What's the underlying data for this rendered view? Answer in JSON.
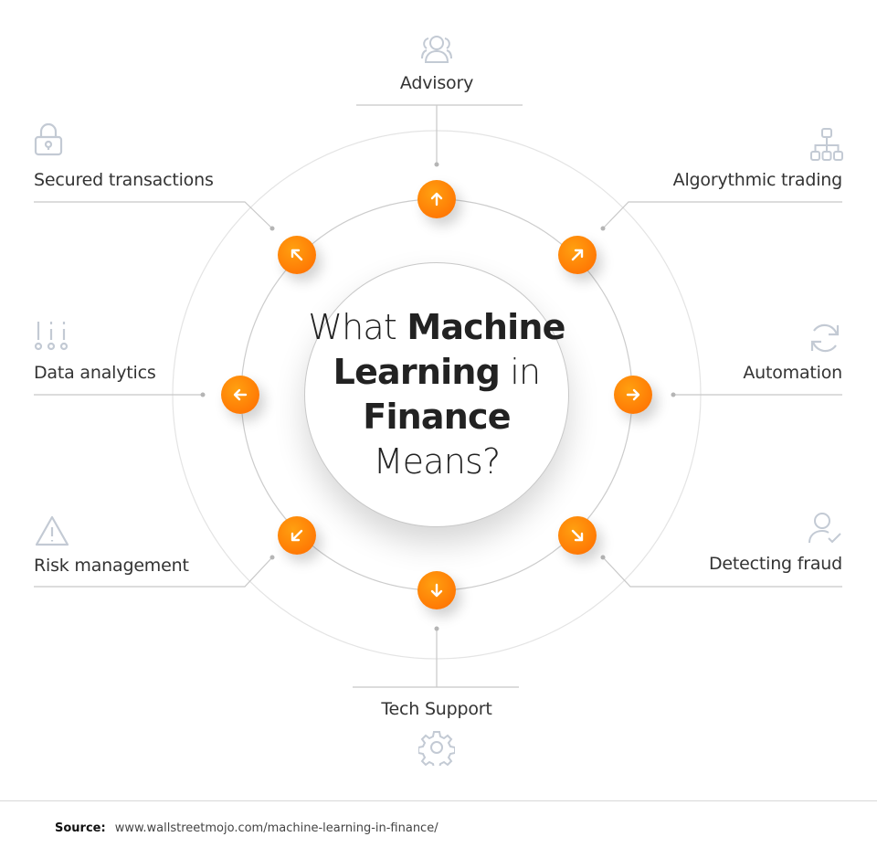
{
  "title": {
    "line1_light": "What ",
    "line1_bold": "Machine",
    "line2_bold": "Learning",
    "line2_light": " in",
    "line3_bold": "Finance",
    "line3_light": " Means?"
  },
  "items": [
    {
      "label": "Advisory",
      "icon": "users-icon",
      "arrow": "up"
    },
    {
      "label": "Algorythmic trading",
      "icon": "hierarchy-icon",
      "arrow": "up-right"
    },
    {
      "label": "Automation",
      "icon": "refresh-icon",
      "arrow": "right"
    },
    {
      "label": "Detecting fraud",
      "icon": "user-check-icon",
      "arrow": "down-right"
    },
    {
      "label": "Tech Support",
      "icon": "gear-icon",
      "arrow": "down"
    },
    {
      "label": "Risk management",
      "icon": "warning-icon",
      "arrow": "down-left"
    },
    {
      "label": "Data analytics",
      "icon": "sliders-icon",
      "arrow": "left"
    },
    {
      "label": "Secured transactions",
      "icon": "lock-icon",
      "arrow": "up-left"
    }
  ],
  "footer": {
    "source_label": "Source:",
    "source_url": "www.wallstreetmojo.com/machine-learning-in-finance/"
  },
  "colors": {
    "accent": "#ff7a00",
    "icon": "#c3cad4",
    "line": "#c8c8c8"
  }
}
